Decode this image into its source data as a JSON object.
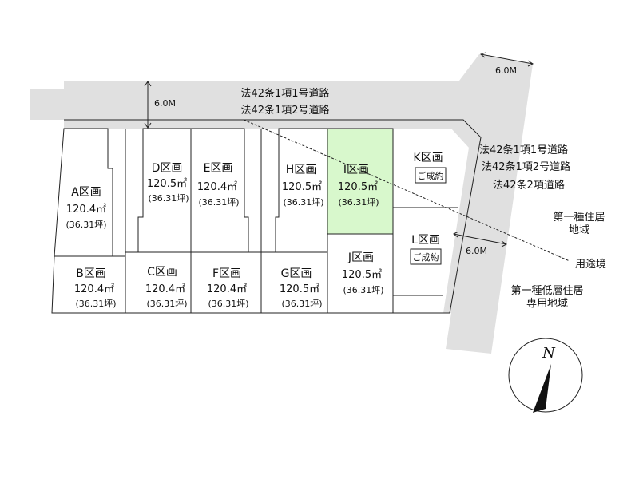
{
  "roads": {
    "main_line1": "法42条1項1号道路",
    "main_line2": "法42条1項2号道路",
    "main_width": "6.0M",
    "side_line1": "法42条1項1号道路",
    "side_line2": "法42条1項2号道路",
    "side_line3": "法42条2項道路",
    "side_width_top": "6.0M",
    "side_width_mid": "6.0M"
  },
  "zones": {
    "upper_line1": "第一種住居",
    "upper_line2": "地域",
    "boundary": "用途境",
    "lower_line1": "第一種低層住居",
    "lower_line2": "専用地域"
  },
  "lots": {
    "A": {
      "name": "A区画",
      "area": "120.4㎡",
      "tsubo": "(36.31坪)"
    },
    "B": {
      "name": "B区画",
      "area": "120.4㎡",
      "tsubo": "(36.31坪)"
    },
    "C": {
      "name": "C区画",
      "area": "120.4㎡",
      "tsubo": "(36.31坪)"
    },
    "D": {
      "name": "D区画",
      "area": "120.5㎡",
      "tsubo": "(36.31坪)"
    },
    "E": {
      "name": "E区画",
      "area": "120.4㎡",
      "tsubo": "(36.31坪)"
    },
    "F": {
      "name": "F区画",
      "area": "120.4㎡",
      "tsubo": "(36.31坪)"
    },
    "G": {
      "name": "G区画",
      "area": "120.5㎡",
      "tsubo": "(36.31坪)"
    },
    "H": {
      "name": "H区画",
      "area": "120.5㎡",
      "tsubo": "(36.31坪)"
    },
    "I": {
      "name": "I区画",
      "area": "120.5㎡",
      "tsubo": "(36.31坪)"
    },
    "J": {
      "name": "J区画",
      "area": "120.5㎡",
      "tsubo": "(36.31坪)"
    },
    "K": {
      "name": "K区画",
      "status": "ご成約"
    },
    "L": {
      "name": "L区画",
      "status": "ご成約"
    }
  },
  "compass": {
    "label": "N"
  },
  "colors": {
    "road": "#e0e0e0",
    "highlight": "#d8f8cc"
  }
}
